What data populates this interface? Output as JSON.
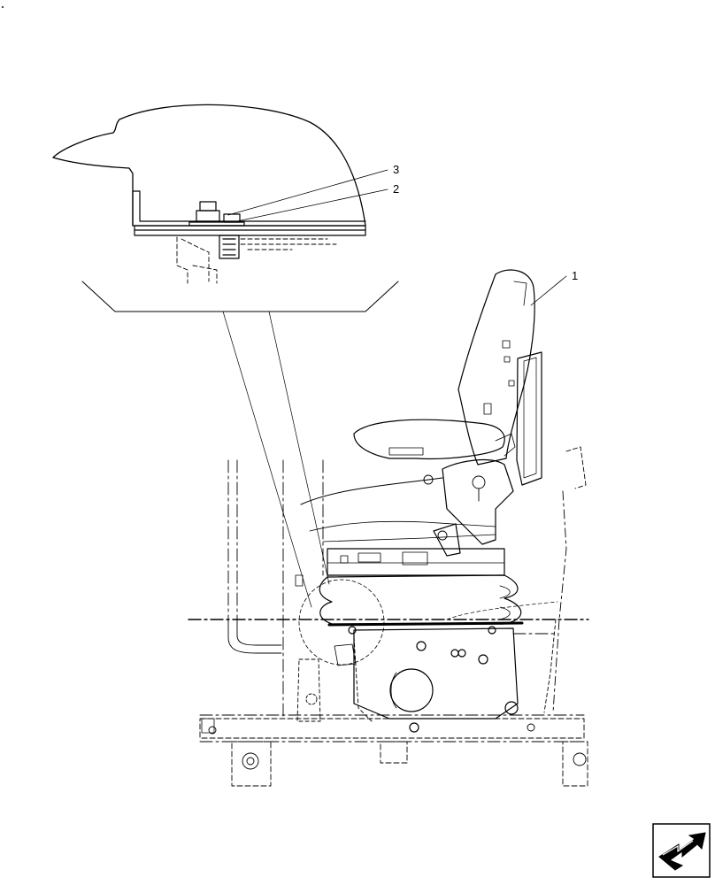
{
  "callouts": {
    "label_1": "1",
    "label_2": "2",
    "label_3": "3"
  },
  "icons": {
    "nav": "arrow-icon"
  },
  "colors": {
    "line": "#000000",
    "background": "#ffffff"
  }
}
